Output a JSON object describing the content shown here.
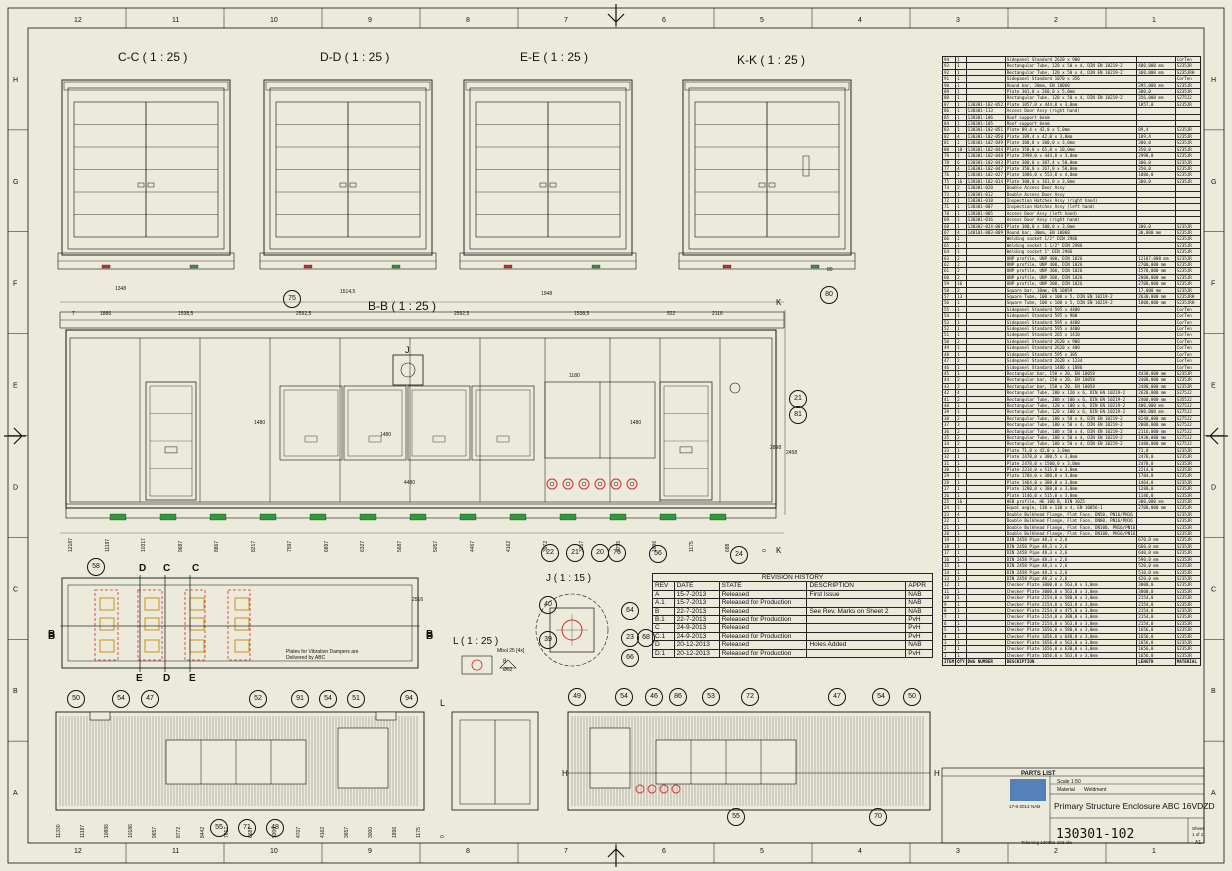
{
  "views": {
    "cc": "C-C ( 1 : 25 )",
    "dd": "D-D ( 1 : 25 )",
    "ee": "E-E ( 1 : 25 )",
    "kk": "K-K ( 1 : 25 )",
    "bb": "B-B ( 1 : 25 )",
    "j": "J ( 1 : 15 )",
    "l": "L ( 1 : 25 )"
  },
  "grid": {
    "cols": [
      "12",
      "11",
      "10",
      "9",
      "8",
      "7",
      "6",
      "5",
      "4",
      "3",
      "2",
      "1"
    ],
    "rows": [
      "H",
      "G",
      "F",
      "E",
      "D",
      "C",
      "B",
      "A"
    ]
  },
  "section_marks": [
    "C",
    "C",
    "D",
    "D",
    "E",
    "E",
    "B",
    "B",
    "K",
    "K",
    "J",
    "L",
    "H",
    "H"
  ],
  "dimensions_top": [
    "1348",
    "1514,5",
    "1948",
    "80",
    "7",
    "1886",
    "1538,5",
    "2592,5",
    "2592,5",
    "1538,5",
    "522",
    "2116",
    "2516",
    "4480",
    "1480",
    "2898",
    "1480",
    "2458",
    "1180",
    "1480"
  ],
  "dimensions_bottom_bb": [
    "12187",
    "11197",
    "10317",
    "9687",
    "8867",
    "8217",
    "7597",
    "6897",
    "6327",
    "5687",
    "5057",
    "4467",
    "4162",
    "3972",
    "3317",
    "2755",
    "1896",
    "1175",
    "688",
    "0"
  ],
  "dimensions_bottom_side": [
    "11330",
    "11197",
    "10886",
    "10186",
    "9657",
    "8772",
    "8442",
    "7617",
    "6687",
    "5300",
    "4707",
    "4162",
    "3657",
    "3000",
    "1896",
    "1175",
    "0"
  ],
  "bubbles": {
    "b75": "75",
    "b80": "80",
    "b21": "21",
    "b81": "81",
    "b22": "22",
    "b21b": "21",
    "b20": "20",
    "b76": "76",
    "b56": "56",
    "b24": "24",
    "b58": "58",
    "b40": "40",
    "b39": "39",
    "b64": "64",
    "b23": "23",
    "b68": "68",
    "b66": "66",
    "b50": "50",
    "b54": "54",
    "b47": "47",
    "b52": "52",
    "b91": "91",
    "b54b": "54",
    "b51": "51",
    "b94": "94",
    "b49": "49",
    "b54c": "54",
    "b46": "46",
    "b86": "86",
    "b53": "53",
    "b72": "72",
    "b47b": "47",
    "b54d": "54",
    "b50b": "50",
    "b55": "55",
    "b71": "71",
    "b48": "48",
    "b55b": "55",
    "b70": "70"
  },
  "notes": {
    "dampers": "Plates for Vibration Dampers are Delivered by ABC",
    "lnote": "Mbol 25 [4x]",
    "lsym": "8",
    "ldim": "Ø62"
  },
  "revision_history": {
    "title": "REVISION HISTORY",
    "headers": [
      "REV",
      "DATE",
      "STATE",
      "DESCRIPTION",
      "APPR"
    ],
    "rows": [
      [
        "A",
        "15-7-2013",
        "Released",
        "First Issue",
        "NAB"
      ],
      [
        "A.1",
        "15-7-2013",
        "Released for Production",
        "",
        "NAB"
      ],
      [
        "B",
        "22-7-2013",
        "Released",
        "See Rev. Marks on Sheet 2",
        "NAB"
      ],
      [
        "B.1",
        "22-7-2013",
        "Released for Production",
        "",
        "PvH"
      ],
      [
        "C",
        "24-9-2013",
        "Released",
        "",
        "PvH"
      ],
      [
        "C.1",
        "24-9-2013",
        "Released for Production",
        "",
        "PvH"
      ],
      [
        "D",
        "20-12-2013",
        "Released",
        "Holes Added",
        "NAB"
      ],
      [
        "D.1",
        "20-12-2013",
        "Released for Production",
        "",
        "PvH"
      ]
    ]
  },
  "parts_list": {
    "title": "PARTS LIST",
    "headers": [
      "ITEM",
      "QTY",
      "DWG NUMBER",
      "DESCRIPTION",
      "LENGTH",
      "MATERIAL"
    ],
    "rows": [
      [
        "94",
        "1",
        "",
        "Sidepanel Standard 2620 x 900",
        "",
        "CorTen"
      ],
      [
        "93",
        "1",
        "",
        "Rectangular Tube, 120 x 50 x 4, DIN EN 10219-2",
        "400,000 mm",
        "S235JR"
      ],
      [
        "92",
        "1",
        "",
        "Rectangular Tube, 120 x 50 x 4, DIN EN 10219-2",
        "360,000 mm",
        "S235JRH"
      ],
      [
        "91",
        "1",
        "",
        "Sidepanel Standard 1070 x 356",
        "",
        "CorTen"
      ],
      [
        "90",
        "1",
        "",
        "Round bar, 30mm, EN 10060",
        "395,000 mm",
        "S235JR"
      ],
      [
        "89",
        "1",
        "",
        "Plate 301,0 x 260,0 x 5,0mm",
        "300,0",
        "S235JR"
      ],
      [
        "88",
        "1",
        "",
        "Rectangular Tube, 120 x 50 x 4, DIN EN 10219-2",
        "356,000 mm",
        "S275J2"
      ],
      [
        "87",
        "1",
        "130301-102-052",
        "Plate 1057,0 x 444,0 x 3,0mm",
        "1057,0",
        "S235JR"
      ],
      [
        "86",
        "1",
        "130301-113",
        "Access Door Assy (right hand)",
        "",
        ""
      ],
      [
        "85",
        "1",
        "130301-106",
        "Roof support beam",
        "",
        ""
      ],
      [
        "84",
        "1",
        "130301-105",
        "Roof support beam",
        "",
        ""
      ],
      [
        "83",
        "1",
        "130301-102-051",
        "Plate 89,4 x 42,0 x 5,0mm",
        "89,4",
        "S235JR"
      ],
      [
        "82",
        "4",
        "130301-102-050",
        "Plate 189,4 x 42,0 x 3,0mm",
        "189,4",
        "S235JR"
      ],
      [
        "81",
        "1",
        "130301-102-049",
        "Plate 300,0 x 300,0 x 3,0mm",
        "300,0",
        "S235JR"
      ],
      [
        "80",
        "10",
        "130301-102-044",
        "Plate 350,0 x 65,0 x 10,0mm",
        "350,0",
        "S235JR"
      ],
      [
        "79",
        "1",
        "130301-102-048",
        "Plate 2998,0 x 444,0 x 3,0mm",
        "2998,0",
        "S235JR"
      ],
      [
        "78",
        "6",
        "130301-102-043",
        "Plate 300,0 x 307,4 x 50,0mm",
        "300,0",
        "S235JR"
      ],
      [
        "77",
        "4",
        "130301-102-047",
        "Plate 350,0 x 267,0 x 50,0mm",
        "350,0",
        "S235JR"
      ],
      [
        "76",
        "1",
        "130301-102-027",
        "Plate 1886,0 x 553,0 x 4,0mm",
        "1886,0",
        "S235JR"
      ],
      [
        "75",
        "16",
        "130301-102-014",
        "Plate 300,0 x 161,0 x 3,0mm",
        "300,0",
        "S235JR"
      ],
      [
        "74",
        "2",
        "130301-020",
        "Double Access Door Assy",
        "",
        ""
      ],
      [
        "73",
        "1",
        "130301-012",
        "Double Access Door Assy",
        "",
        ""
      ],
      [
        "72",
        "1",
        "130301-010",
        "Inspection Hatches Assy (right hand)",
        "",
        ""
      ],
      [
        "71",
        "1",
        "130301-007",
        "Inspection Hatches Assy (left hand)",
        "",
        ""
      ],
      [
        "70",
        "1",
        "130301-005",
        "Access Door Assy (left hand)",
        "",
        ""
      ],
      [
        "69",
        "1",
        "130301-016",
        "Access Door Assy (right hand)",
        "",
        ""
      ],
      [
        "68",
        "1",
        "130302-024-001",
        "Plate 300,0 x 300,0 x 3,0mm",
        "300,0",
        "S235JR"
      ],
      [
        "67",
        "4",
        "140101-003-009",
        "Round bar, 30mm, EN 10060",
        "30,000 mm",
        "S235JR"
      ],
      [
        "66",
        "1",
        "",
        "Welding socket 1/2\" DIN 2986",
        "",
        "S235JR"
      ],
      [
        "65",
        "1",
        "",
        "Welding socket 1 1/2\" DIN 2986",
        "",
        "S235JR"
      ],
      [
        "64",
        "1",
        "",
        "Welding socket 1\" DIN 2986",
        "",
        "S235JR"
      ],
      [
        "63",
        "2",
        "",
        "UNP profile, UNP 400, DIN 1026",
        "12187,000 mm",
        "S235JR"
      ],
      [
        "62",
        "2",
        "",
        "UNP profile, UNP 400, DIN 1026",
        "2700,000 mm",
        "S235JR"
      ],
      [
        "61",
        "2",
        "",
        "UNP profile, UNP 300, DIN 1026",
        "1578,000 mm",
        "S235JR"
      ],
      [
        "60",
        "2",
        "",
        "UNP profile, UNP 300, DIN 1026",
        "2000,000 mm",
        "S235JR"
      ],
      [
        "59",
        "16",
        "",
        "UNP profile, UNP 300, DIN 1026",
        "2700,000 mm",
        "S235JR"
      ],
      [
        "58",
        "2",
        "",
        "Square bar, 10mm, EN 10059",
        "17,000 mm",
        "S235JR"
      ],
      [
        "57",
        "13",
        "",
        "Square Tube, 100 x 100 x 5, DIN EN 10219-2",
        "2630,000 mm",
        "S235JRH"
      ],
      [
        "56",
        "1",
        "",
        "Square Tube, 100 x 100 x 5, DIN EN 10219-2",
        "1800,000 mm",
        "S235JRH"
      ],
      [
        "55",
        "1",
        "",
        "Sidepanel Standard 595 x 4400",
        "",
        "CorTen"
      ],
      [
        "54",
        "1",
        "",
        "Sidepanel Standard 595 x 900",
        "",
        "CorTen"
      ],
      [
        "53",
        "1",
        "",
        "Sidepanel Standard 595 x 4480",
        "",
        "CorTen"
      ],
      [
        "52",
        "1",
        "",
        "Sidepanel Standard 595 x 4400",
        "",
        "CorTen"
      ],
      [
        "51",
        "1",
        "",
        "Sidepanel Standard 265 x 1410",
        "",
        "CorTen"
      ],
      [
        "50",
        "2",
        "",
        "Sidepanel Standard 2620 x 900",
        "",
        "CorTen"
      ],
      [
        "49",
        "1",
        "",
        "Sidepanel Standard 2620 x 400",
        "",
        "CorTen"
      ],
      [
        "48",
        "1",
        "",
        "Sidepanel Standard 595 x 305",
        "",
        "CorTen"
      ],
      [
        "47",
        "2",
        "",
        "Sidepanel Standard 2620 x 1234",
        "",
        "CorTen"
      ],
      [
        "46",
        "1",
        "",
        "Sidepanel Standard 1480 x 1886",
        "",
        "CorTen"
      ],
      [
        "45",
        "1",
        "",
        "Rectangular bar, 150 x 20, EN 10058",
        "4430,000 mm",
        "S235JR"
      ],
      [
        "44",
        "2",
        "",
        "Rectangular bar, 150 x 20, EN 10058",
        "2400,000 mm",
        "S235JR"
      ],
      [
        "43",
        "2",
        "",
        "Rectangular bar, 150 x 20, EN 10058",
        "2480,000 mm",
        "S235JR"
      ],
      [
        "42",
        "4",
        "",
        "Rectangular Tube, 200 x 120 x 6, DIN EN 10219-2",
        "2620,000 mm",
        "S275J2"
      ],
      [
        "41",
        "2",
        "",
        "Rectangular Tube, 200 x 100 x 6, DIN EN 10219-2",
        "2400,000 mm",
        "S355J2"
      ],
      [
        "40",
        "1",
        "",
        "Rectangular Tube, 120 x 100 x 6, DIN EN 10219-2",
        "400,000 mm",
        "S275J2"
      ],
      [
        "39",
        "1",
        "",
        "Rectangular Tube, 120 x 100 x 6, DIN EN 10219-2",
        "300,000 mm",
        "S275J2"
      ],
      [
        "38",
        "2",
        "",
        "Rectangular Tube, 100 x 50 x 4, DIN EN 10219-2",
        "8240,000 mm",
        "S275J2"
      ],
      [
        "37",
        "3",
        "",
        "Rectangular Tube, 100 x 50 x 4, DIN EN 10219-2",
        "2800,000 mm",
        "S275J2"
      ],
      [
        "36",
        "2",
        "",
        "Rectangular Tube, 100 x 50 x 4, DIN EN 10219-2",
        "2116,000 mm",
        "S275J2"
      ],
      [
        "35",
        "2",
        "",
        "Rectangular Tube, 100 x 50 x 4, DIN EN 10219-2",
        "1930,000 mm",
        "S275J2"
      ],
      [
        "34",
        "2",
        "",
        "Rectangular Tube, 100 x 50 x 4, DIN EN 10219-2",
        "1480,000 mm",
        "S275J2"
      ],
      [
        "33",
        "1",
        "",
        "Plate 71,0 x 42,0 x 3,0mm",
        "71,0",
        "S235JR"
      ],
      [
        "32",
        "1",
        "",
        "Plate 2478,0 x 380,5 x 3,0mm",
        "2478,0",
        "S235JR"
      ],
      [
        "31",
        "1",
        "",
        "Plate 2478,0 x 1500,0 x 3,0mm",
        "2478,0",
        "S235JR"
      ],
      [
        "30",
        "1",
        "",
        "Plate 2214,0 x 515,0 x 3,0mm",
        "2214,0",
        "S235JR"
      ],
      [
        "29",
        "1",
        "",
        "Plate 1784,0 x 380,0 x 3,0mm",
        "1784,0",
        "S235JR"
      ],
      [
        "28",
        "1",
        "",
        "Plate 1464,0 x 380,0 x 3,0mm",
        "1464,0",
        "S235JR"
      ],
      [
        "27",
        "1",
        "",
        "Plate 1280,0 x 380,0 x 3,0mm",
        "1280,0",
        "S235JR"
      ],
      [
        "26",
        "1",
        "",
        "Plate 1146,0 x 515,0 x 3,0mm",
        "1146,0",
        "S235JR"
      ],
      [
        "25",
        "16",
        "",
        "HEB profile, HE 100 B, DIN 1025",
        "300,000 mm",
        "S235JR"
      ],
      [
        "24",
        "1",
        "",
        "Equal angle, 130 x 130 x 4, EN 10056-1",
        "2700,000 mm",
        "S235JR"
      ],
      [
        "23",
        "4",
        "",
        "Double Bulkhead Flange, Flat Face, DN50, PN16/PN16",
        "",
        "S235JR"
      ],
      [
        "22",
        "1",
        "",
        "Double Bulkhead Flange, Flat Face, DN80, PN16/PN16",
        "",
        "S235JR"
      ],
      [
        "21",
        "1",
        "",
        "Double Bulkhead Flange, Flat Face, DN100, PN16/PN16",
        "",
        "S235JR"
      ],
      [
        "20",
        "1",
        "",
        "Double Bulkhead Flange, Flat Face, DN100, PN16/PN16",
        "",
        "S235JR"
      ],
      [
        "19",
        "1",
        "",
        "DIN 2458 Pipe 48,3 x 2,6",
        "670,0 mm",
        "S235JR"
      ],
      [
        "18",
        "1",
        "",
        "DIN 2458 Pipe 48,3 x 2,6",
        "660,0 mm",
        "S235JR"
      ],
      [
        "17",
        "1",
        "",
        "DIN 2458 Pipe 48,3 x 2,6",
        "640,0 mm",
        "S235JR"
      ],
      [
        "16",
        "1",
        "",
        "DIN 2458 Pipe 48,3 x 2,6",
        "590,0 mm",
        "S235JR"
      ],
      [
        "15",
        "1",
        "",
        "DIN 2458 Pipe 48,3 x 2,6",
        "520,0 mm",
        "S235JR"
      ],
      [
        "14",
        "1",
        "",
        "DIN 2458 Pipe 48,3 x 2,6",
        "510,0 mm",
        "S235JR"
      ],
      [
        "13",
        "1",
        "",
        "DIN 2458 Pipe 48,3 x 2,6",
        "420,0 mm",
        "S235JR"
      ],
      [
        "12",
        "1",
        "",
        "Checker Plate 3000,0 x 563,0 x 3,0mm",
        "3000,0",
        "S235JR"
      ],
      [
        "11",
        "1",
        "",
        "Checker Plate 3000,0 x 563,0 x 3,0mm",
        "3000,0",
        "S235JR"
      ],
      [
        "10",
        "1",
        "",
        "Checker Plate 2154,0 x 580,0 x 3,0mm",
        "2154,0",
        "S235JR"
      ],
      [
        "9",
        "1",
        "",
        "Checker Plate 2154,0 x 563,0 x 3,0mm",
        "2154,0",
        "S235JR"
      ],
      [
        "8",
        "1",
        "",
        "Checker Plate 2154,0 x 475,0 x 3,0mm",
        "2154,0",
        "S235JR"
      ],
      [
        "7",
        "1",
        "",
        "Checker Plate 2154,0 x 380,0 x 3,0mm",
        "2154,0",
        "S235JR"
      ],
      [
        "6",
        "1",
        "",
        "Checker Plate 2154,0 x 563,0 x 3,0mm",
        "2154,0",
        "S235JR"
      ],
      [
        "5",
        "1",
        "",
        "Checker Plate 1656,0 x 580,0 x 3,0mm",
        "1656,0",
        "S235JR"
      ],
      [
        "4",
        "1",
        "",
        "Checker Plate 1656,0 x 648,0 x 3,0mm",
        "1656,0",
        "S235JR"
      ],
      [
        "3",
        "1",
        "",
        "Checker Plate 1656,0 x 563,0 x 3,0mm",
        "1656,0",
        "S235JR"
      ],
      [
        "2",
        "1",
        "",
        "Checker Plate 1656,0 x 630,0 x 3,0mm",
        "1656,0",
        "S235JR"
      ],
      [
        "1",
        "1",
        "",
        "Checker Plate 1656,0 x 563,0 x 3,0mm",
        "1656,0",
        "S235JR"
      ]
    ]
  },
  "title_block": {
    "scale_label": "Scale",
    "scale": "1:50",
    "material_label": "Material",
    "material": "Weldment",
    "title": "Primary Structure Enclosure ABC 16VDZD",
    "dwg_number": "130301-102",
    "date": "17-6-2013",
    "drawn": "NAB",
    "sheet_label": "Sheet",
    "sheet": "1 of 1",
    "size": "A1",
    "file": "Tekening 130301-102.idw"
  },
  "colors": {
    "paper": "#eceadb",
    "ink": "#111111",
    "red": "#d62a2a",
    "green": "#2f9a3a"
  }
}
